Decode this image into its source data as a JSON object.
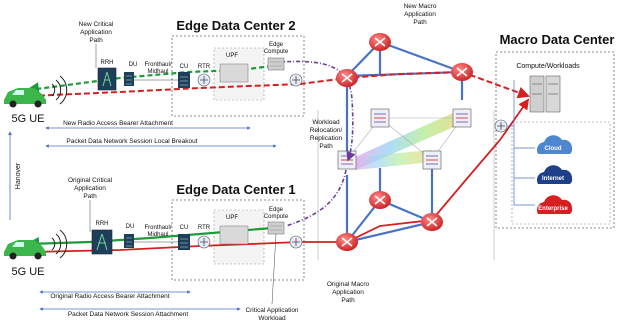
{
  "titles": {
    "edge2": "Edge Data Center 2",
    "edge1": "Edge Data Center 1",
    "macro": "Macro Data Center"
  },
  "ue": {
    "top": "5G UE",
    "bottom": "5G UE"
  },
  "labels": {
    "rrh": "RRH",
    "du": "DU",
    "cu": "CU",
    "rtr": "RTR",
    "upf": "UPF",
    "edge_compute_line1": "Edge",
    "edge_compute_line2": "Compute",
    "fronthaul_line1": "Fronthaul/",
    "fronthaul_line2": "Midhaul",
    "compute_workloads": "Compute/Workloads"
  },
  "annotations": {
    "new_critical": [
      "New Critical",
      "Application",
      "Path"
    ],
    "original_critical": [
      "Original Critical",
      "Application",
      "Path"
    ],
    "new_macro": [
      "New Macro",
      "Application",
      "Path"
    ],
    "original_macro": [
      "Original Macro",
      "Application",
      "Path"
    ],
    "relocation": [
      "Workload",
      "Relocation/",
      "Replication",
      "Path"
    ],
    "critical_workload": [
      "Critical Application",
      "Workload"
    ],
    "handover": "Hanover",
    "new_rab": "New Radio Access Bearer Attachment",
    "pdn_local": "Packet Data Network Session Local Breakout",
    "orig_rab": "Original Radio Access Bearer Attachment",
    "pdn_attach": "Packet Data Network Session Attachment"
  },
  "clouds": {
    "cloud": "Cloud",
    "internet": "Internet",
    "enterprise": "Enterprise"
  },
  "colors": {
    "green_path": "#1f9a3a",
    "red_path": "#d42020",
    "purple_path": "#6a3d9a",
    "blue_link": "#4a72c4",
    "router_red": "#e03030",
    "cloud_blue": "#4f86d0",
    "cloud_navy": "#1e3f8a",
    "cloud_red": "#d42020"
  }
}
